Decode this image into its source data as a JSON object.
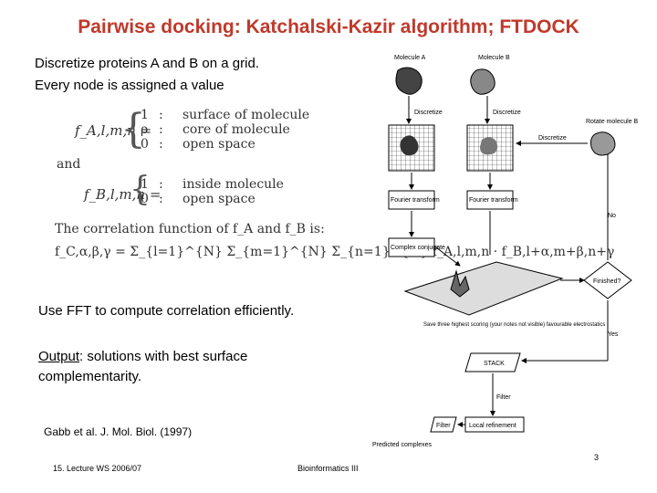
{
  "title": {
    "bold": "Pairwise docking",
    "colon": ": Katchalski-Kazir algorithm; ",
    "bold2": "FTDOCK"
  },
  "intro": {
    "line1": "Discretize proteins A and B on a grid.",
    "line2": "Every node is assigned a value"
  },
  "formula_a": {
    "lhs": "f_A,l,m,n =",
    "rows": [
      {
        "value": "1",
        "sep": ":",
        "desc": "surface of molecule"
      },
      {
        "value": "ρ",
        "sep": ":",
        "desc": "core of molecule"
      },
      {
        "value": "0",
        "sep": ":",
        "desc": "open space"
      }
    ]
  },
  "and_text": "and",
  "formula_b": {
    "lhs": "f_B,l,m,n =",
    "rows": [
      {
        "value": "1",
        "sep": ":",
        "desc": "inside molecule"
      },
      {
        "value": "0",
        "sep": ":",
        "desc": "open space"
      }
    ]
  },
  "correlation_text": "The correlation function of f_A and f_B is:",
  "sum_formula": "f_C,α,β,γ = Σ_{l=1}^{N} Σ_{m=1}^{N} Σ_{n=1}^{N} f_A,l,m,n · f_B,l+α,m+β,n+γ",
  "bullets": {
    "fft": "Use FFT to compute correlation efficiently.",
    "output_label": "Output",
    "output_rest": ": solutions with best surface",
    "output_line2": "complementarity."
  },
  "citation": "Gabb et al. J. Mol. Biol. (1997)",
  "footer": {
    "left": "15. Lecture WS 2006/07",
    "center": "Bioinformatics III",
    "page": "3"
  },
  "diagram": {
    "molecule_a": "Molecule A",
    "molecule_b": "Molecule B",
    "discretize_a": "Discretize",
    "discretize_b": "Discretize",
    "rotate": "Rotate molecule B",
    "discretize_c": "Discretize",
    "fourier_a": "Fourier transform",
    "fourier_b": "Fourier transform",
    "no": "No",
    "complex": "Complex conjugate",
    "finished": "Finished?",
    "save_note": "Save three highest scoring (your notes not visible) favourable electrostatics",
    "yes": "Yes",
    "stack": "STACK",
    "filter_edge": "Filter",
    "filter_box": "Filter",
    "refine": "Local refinement",
    "predicted": "Predicted complexes"
  }
}
